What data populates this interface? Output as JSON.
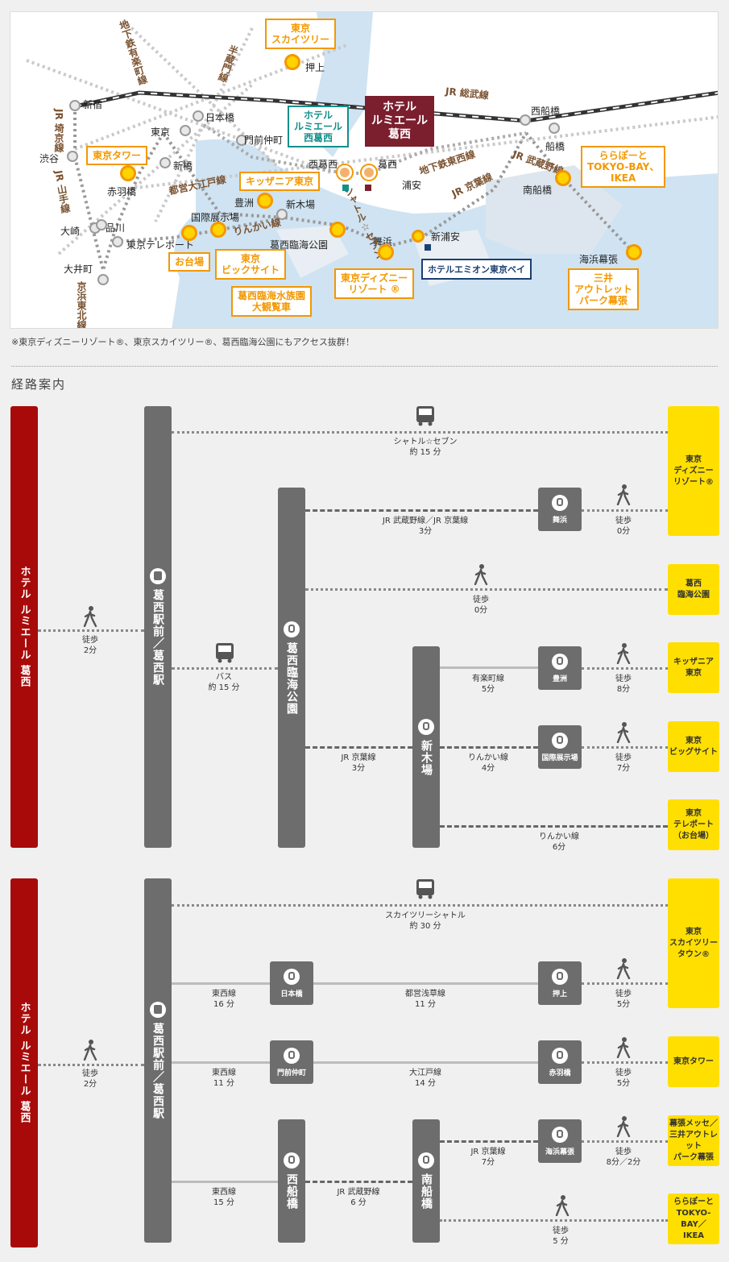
{
  "map": {
    "stations": {
      "shinjuku": "新宿",
      "shibuya": "渋谷",
      "tokyo": "東京",
      "nihonbashi": "日本橋",
      "monzennakacho": "門前仲町",
      "shimbashi": "新橋",
      "akabanebashi": "赤羽橋",
      "osaki": "大崎",
      "shinagawa": "品川",
      "oimachi": "大井町",
      "tokyo_teleport": "東京テレポート",
      "kokusai_tenjijo": "国際展示場",
      "toyosu": "豊洲",
      "shinkiba": "新木場",
      "kasai_rinkai_koen": "葛西臨海公園",
      "nishikasai": "西葛西",
      "kasai": "葛西",
      "urayasu": "浦安",
      "maihama": "舞浜",
      "shin_urayasu": "新浦安",
      "oshiage": "押上",
      "nishifunabashi": "西船橋",
      "funabashi": "船橋",
      "minamifunabashi": "南船橋",
      "kaihin_makuhari": "海浜幕張"
    },
    "lines": {
      "jr_sobu": "JR 総武線",
      "jr_musashino": "JR 武蔵野線",
      "jr_keiyo": "JR 京葉線",
      "tozai": "地下鉄東西線",
      "oedo": "都営大江戸線",
      "rinkai": "りんかい線",
      "yurakucho": "地下鉄有楽町線",
      "hanzomon": "半蔵門線",
      "yamanote": "JR 山手線",
      "saikyo": "JR 埼京線",
      "keihin_tohoku": "京浜東北線",
      "shuttle": "シャトル☆セブン"
    },
    "pois": {
      "skytree": "東京\nスカイツリー",
      "tokyo_tower": "東京タワー",
      "kidzania": "キッザニア東京",
      "odaiba": "お台場",
      "big_sight": "東京\nビックサイト",
      "kasai_rinkai": "葛西臨海水族園\n大観覧車",
      "disney": "東京ディズニー\nリゾート ®",
      "lalaport": "ららぽーと\nTOKYO-BAY、\nIKEA",
      "mitsui_outlet": "三井\nアウトレット\nパーク幕張"
    },
    "hotels": {
      "main": "ホテル\nルミエール\n葛西",
      "sub": "ホテル\nルミエール\n西葛西",
      "emion": "ホテルエミオン東京ベイ"
    },
    "colors": {
      "poi_fill": "#ffd200",
      "poi_border": "#f39800",
      "hotel_main": "#7b1e2e",
      "hotel_sub": "#138f8a",
      "hotel_navy": "#1b3f73"
    }
  },
  "note": "※東京ディズニーリゾート®、東京スカイツリー®、葛西臨海公園にもアクセス抜群！",
  "section_title": "経路案内",
  "route1": {
    "hotel": "ホテル ルミエール 葛西",
    "walk": "徒歩\n2分",
    "hub": "葛西駅前／葛西駅",
    "shuttle_label": "シャトル☆セブン\n約 15 分",
    "bus_label": "バス\n約 15 分",
    "kasai_rinkai": "葛西臨海公園",
    "jr_musashino_keiyo": "JR 武蔵野線／JR 京葉線\n3分",
    "maihama": "舞浜",
    "walk_maihama": "徒歩\n0分",
    "walk_kasairinkai": "徒歩\n0分",
    "jr_keiyo": "JR 京葉線\n3分",
    "shinkiba": "新木場",
    "yurakucho": "有楽町線\n5分",
    "toyosu": "豊洲",
    "walk_toyosu": "徒歩\n8分",
    "rinkai_4": "りんかい線\n4分",
    "kokusai": "国際展示場",
    "walk_kokusai": "徒歩\n7分",
    "rinkai_6": "りんかい線\n6分",
    "dest_disney": "東京\nディズニー\nリゾート®",
    "dest_kasairinkai": "葛西\n臨海公園",
    "dest_kidzania": "キッザニア\n東京",
    "dest_bigsight": "東京\nビッグサイト",
    "dest_teleport": "東京\nテレポート\n（お台場）"
  },
  "route2": {
    "hotel": "ホテル ルミエール 葛西",
    "walk": "徒歩\n2分",
    "hub": "葛西駅前／葛西駅",
    "skytree_shuttle": "スカイツリーシャトル\n約 30 分",
    "tozai_16": "東西線\n16 分",
    "nihonbashi": "日本橋",
    "asakusa": "都営浅草線\n11 分",
    "oshiage": "押上",
    "walk_oshiage": "徒歩\n5分",
    "tozai_11": "東西線\n11 分",
    "monzennakacho": "門前仲町",
    "oedo": "大江戸線\n14 分",
    "akabanebashi": "赤羽橋",
    "walk_akabanebashi": "徒歩\n5分",
    "tozai_15": "東西線\n15 分",
    "nishifunabashi": "西船橋",
    "musashino": "JR 武蔵野線\n6 分",
    "minamifunabashi": "南船橋",
    "keiyo_7": "JR 京葉線\n7分",
    "kaihin": "海浜幕張",
    "walk_kaihin": "徒歩\n8分／2分",
    "walk_lalaport": "徒歩\n5 分",
    "dest_skytree": "東京\nスカイツリー\nタウン®",
    "dest_tower": "東京タワー",
    "dest_makuhari": "幕張メッセ／\n三井アウトレット\nパーク幕張",
    "dest_lalaport": "ららぽーと\nTOKYO-BAY／\nIKEA"
  }
}
